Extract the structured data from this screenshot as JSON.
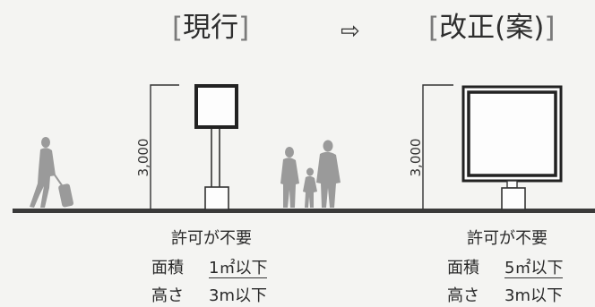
{
  "current": {
    "bracket_open": "[",
    "title": "現行",
    "bracket_close": "]",
    "height_label": "3,000",
    "caption": "許可が不要",
    "area_label": "面積",
    "area_value": "1㎡以下",
    "height_row_label": "高さ",
    "height_value": "3m以下"
  },
  "arrow": "⇨",
  "revised": {
    "bracket_open": "[",
    "title": "改正(案)",
    "bracket_close": "]",
    "height_label": "3,000",
    "caption": "許可が不要",
    "area_label": "面積",
    "area_value": "5㎡以下",
    "height_row_label": "高さ",
    "height_value": "3m以下"
  },
  "colors": {
    "ground": "#3a3a3a",
    "silhouette": "#9a9a9a",
    "sign_frame": "#222222",
    "background": "#f4f4f2"
  }
}
